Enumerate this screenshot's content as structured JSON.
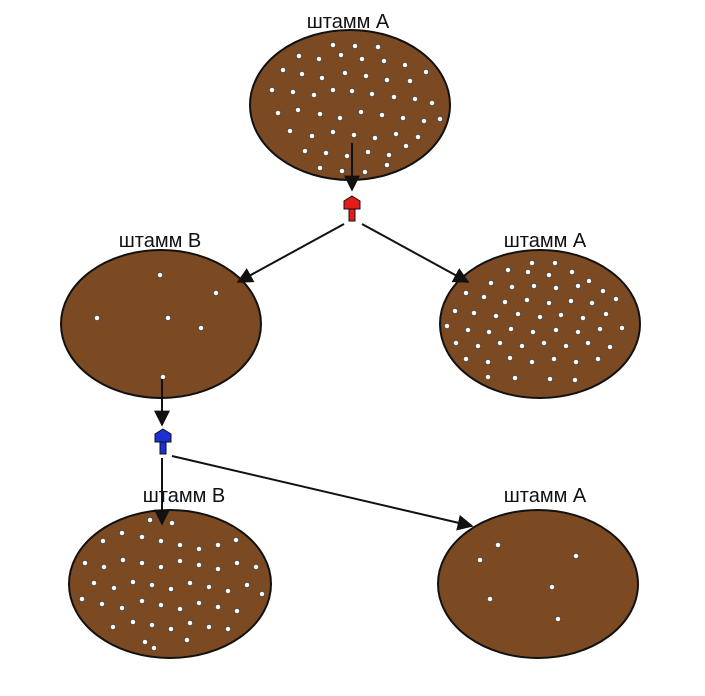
{
  "colors": {
    "dish_fill": "#7b4a22",
    "dish_stroke": "#111111",
    "colony_fill": "#ffffff",
    "arrow": "#111111",
    "phage_red": "#e31b1b",
    "phage_blue": "#1f2fd6"
  },
  "labels": {
    "top": "штамм А",
    "middle_left": "штамм В",
    "middle_right": "штамм А",
    "bottom_left": "штамм В",
    "bottom_right": "штамм А"
  },
  "dishes": [
    {
      "id": "top",
      "label": "штамм А",
      "colony_density": "dense"
    },
    {
      "id": "middle-left",
      "label": "штамм В",
      "colony_density": "sparse"
    },
    {
      "id": "middle-right",
      "label": "штамм А",
      "colony_density": "dense"
    },
    {
      "id": "bottom-left",
      "label": "штамм В",
      "colony_density": "dense"
    },
    {
      "id": "bottom-right",
      "label": "штамм А",
      "colony_density": "sparse"
    }
  ],
  "icons": {
    "phage_1": "phage-red-icon",
    "phage_2": "phage-blue-icon"
  }
}
